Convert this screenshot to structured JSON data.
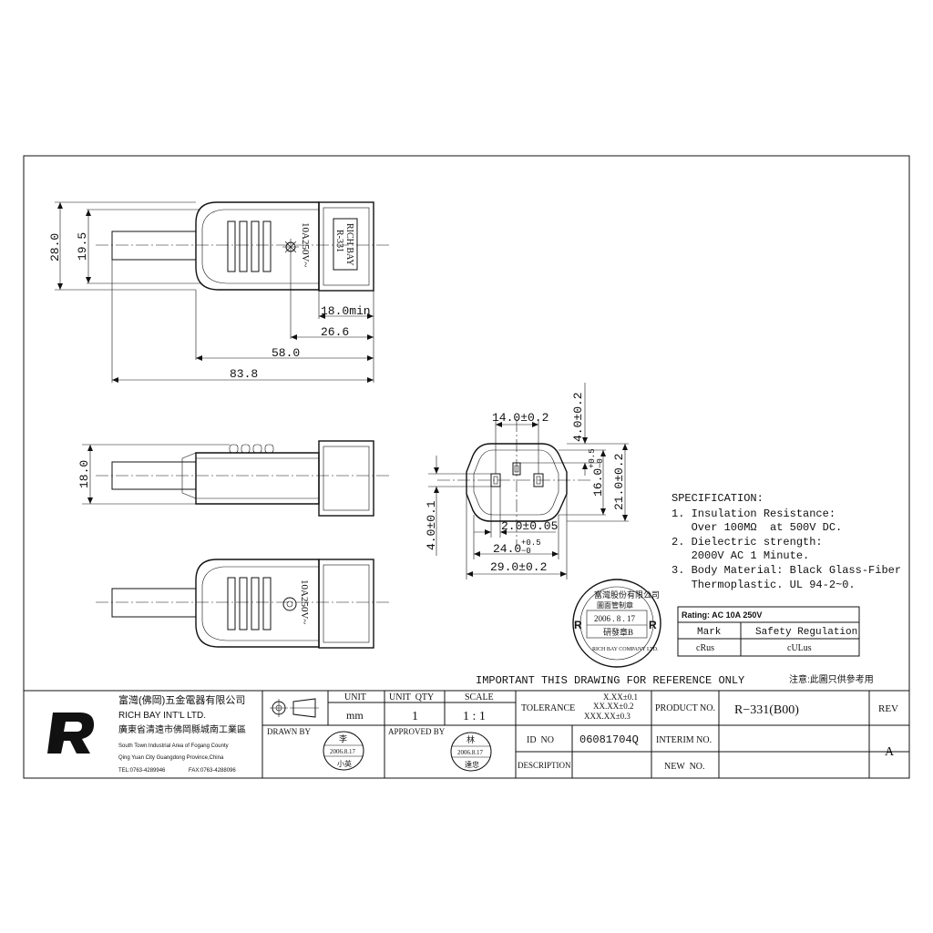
{
  "dimensions": {
    "side_height_total": "28.0",
    "side_height_body": "19.5",
    "d_18min": "18.0min",
    "d_26_6": "26.6",
    "d_58": "58.0",
    "d_83_8": "83.8",
    "bottom_height": "18.0",
    "face_pin_pitch": "14.0±0.2",
    "face_top": "4.0±0.2",
    "face_16_base": "16.0",
    "face_16_tol_top": "+0.5",
    "face_16_tol_bottom": "−0",
    "face_21": "21.0±0.2",
    "face_4_left": "4.0±0.1",
    "face_slot": "2.0±0.05",
    "face_24_base": "24.0",
    "face_24_tol_top": "+0.5",
    "face_24_tol_bottom": "−0",
    "face_29": "29.0±0.2"
  },
  "body_marking": {
    "brand_line1": "RICH BAY",
    "brand_line2": "R-331",
    "rating": "10A250V~"
  },
  "specification": {
    "title": "SPECIFICATION:",
    "lines": [
      "1. Insulation Resistance:",
      "   Over 100MΩ  at 500V DC.",
      "2. Dielectric strength:",
      "   2000V AC 1 Minute.",
      "3. Body Material: Black Glass-Fiber",
      "   Thermoplastic. UL 94-2~0."
    ]
  },
  "rating_table": {
    "rating": "Rating: AC 10A 250V",
    "col_mark": "Mark",
    "col_reg": "Safety Regulation",
    "mark_value": "cRus",
    "reg_value": "cULus"
  },
  "seal": {
    "date": "2006 . 8 . 17",
    "top_text": "富灣股份有限公司",
    "middle_text": "圖面管制章",
    "dept": "研發章B",
    "bottom_text": "RICH BAY COMPANY LTD."
  },
  "notice": {
    "english": "IMPORTANT THIS DRAWING FOR REFERENCE ONLY",
    "chinese": "注意:此圖只供參考用"
  },
  "title_block": {
    "company_cn": "富灣(佛岡)五金電器有限公司",
    "company_en": "RICH BAY INT'L LTD.",
    "address_cn": "廣東省清遠市佛岡縣城南工業區",
    "address_en_1": "South Town Industrial Area of Fogang County",
    "address_en_2": "Qing Yuan City Guangdong Province,China",
    "tel": "TEL:0763-4289946",
    "fax": "FAX:0763-4288096",
    "unit_label": "UNIT",
    "unit_value": "mm",
    "qty_label": "UNIT  QTY",
    "qty_value": "1",
    "scale_label": "SCALE",
    "scale_value": "1 : 1",
    "tolerance_label": "TOLERANCE",
    "tol_1": "X.XX±0.1",
    "tol_2": "XX.XX±0.2",
    "tol_3": "XXX.XX±0.3",
    "product_no_label": "PRODUCT NO.",
    "product_no_value": "R−331(B00)",
    "rev_label": "REV",
    "rev_value": "A",
    "drawn_by_label": "DRAWN BY",
    "drawn_stamp_name": "李",
    "drawn_stamp_date": "2006.8.17",
    "drawn_stamp_sign": "小英",
    "approved_by_label": "APPROVED BY",
    "approved_stamp_name": "林",
    "approved_stamp_date": "2006.8.17",
    "approved_stamp_sign": "達忠",
    "id_no_label": "ID  NO",
    "id_no_value": "06081704Q",
    "interim_label": "INTERIM NO.",
    "description_label": "DESCRIPTION",
    "new_no_label": "NEW  NO."
  },
  "icons": {
    "logo": "rich-bay-r-logo",
    "projection": "third-angle-projection-icon"
  }
}
